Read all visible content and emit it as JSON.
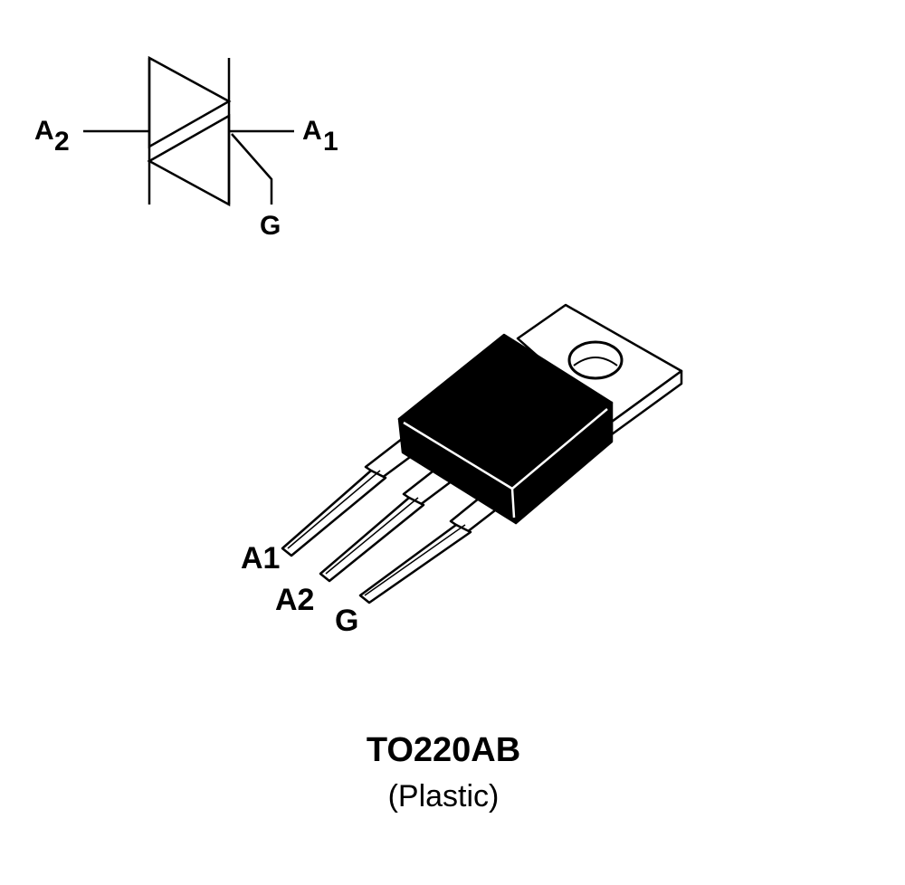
{
  "symbol": {
    "terminal_left": {
      "letter": "A",
      "sub": "2"
    },
    "terminal_right": {
      "letter": "A",
      "sub": "1"
    },
    "terminal_gate": "G"
  },
  "package": {
    "pin_labels": [
      "A1",
      "A2",
      "G"
    ],
    "name": "TO220AB",
    "material": "(Plastic)"
  },
  "colors": {
    "ink": "#000000",
    "background": "#ffffff"
  }
}
